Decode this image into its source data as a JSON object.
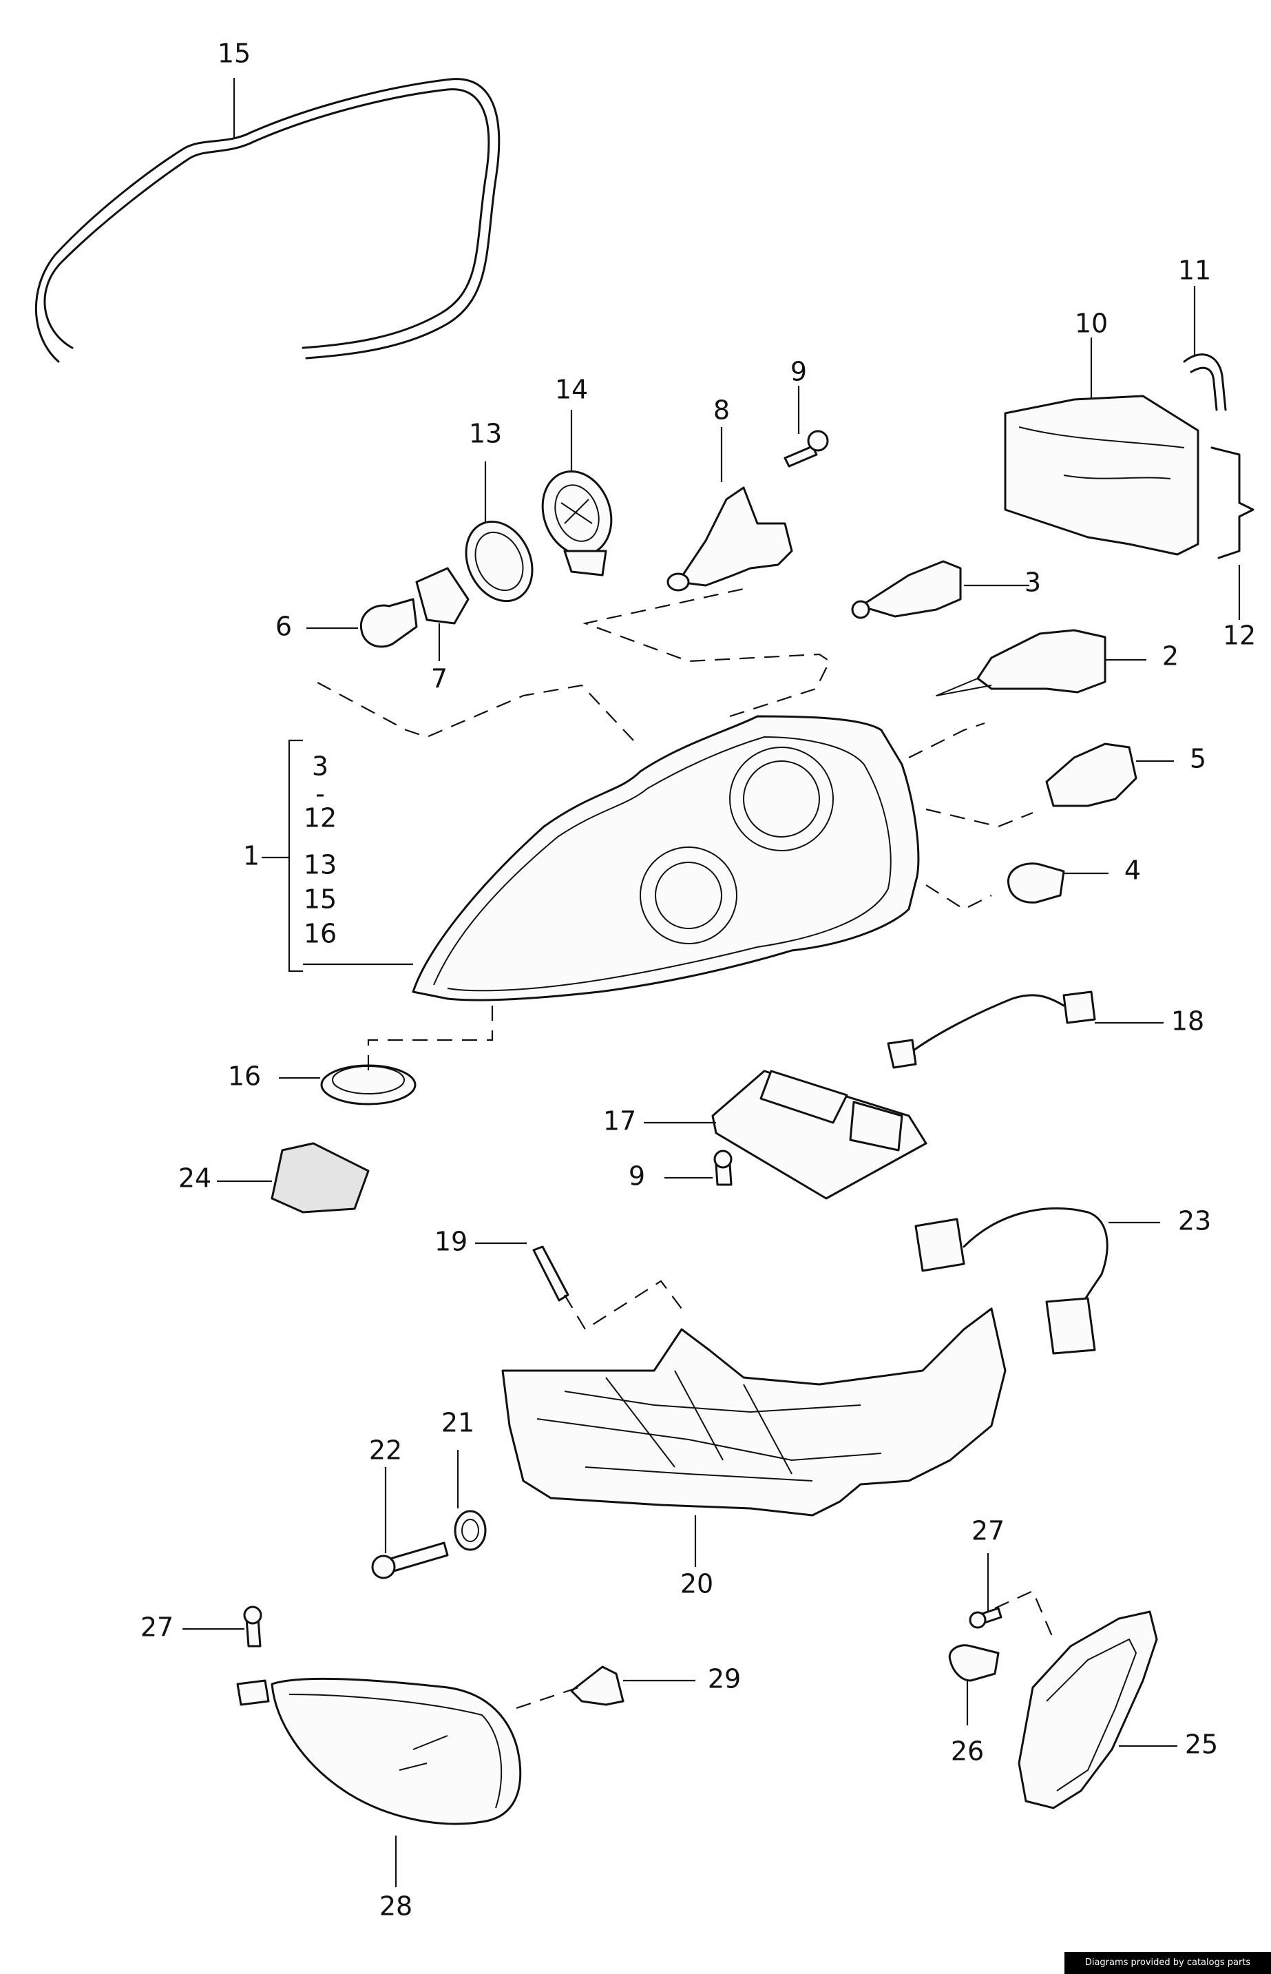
{
  "labels": {
    "p1": "1",
    "p2": "2",
    "p3": "3",
    "p4": "4",
    "p5": "5",
    "p6": "6",
    "p7": "7",
    "p8": "8",
    "p9a": "9",
    "p9b": "9",
    "p10": "10",
    "p11": "11",
    "p12": "12",
    "p13": "13",
    "p14": "14",
    "p15": "15",
    "p16": "16",
    "p17": "17",
    "p18": "18",
    "p19": "19",
    "p20": "20",
    "p21": "21",
    "p22": "22",
    "p23": "23",
    "p24": "24",
    "p25": "25",
    "p26": "26",
    "p27a": "27",
    "p27b": "27",
    "p28": "28",
    "p29": "29"
  },
  "bracket_list": [
    "3",
    "-",
    "12",
    "13",
    "15",
    "16"
  ],
  "credit": "Diagrams provided by catalogs parts",
  "colors": {
    "line": "#111111",
    "credit_bg": "#000000",
    "credit_text": "#ffffff"
  }
}
